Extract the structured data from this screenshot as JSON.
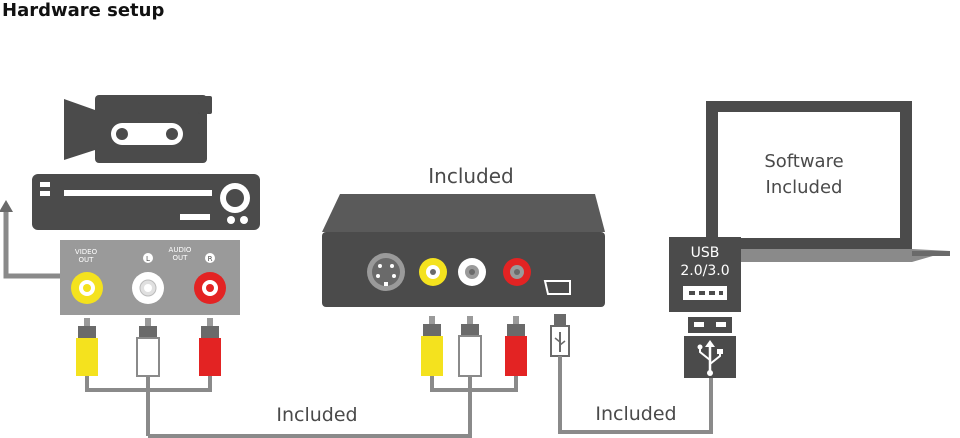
{
  "title": "Hardware setup",
  "labels": {
    "device_included": "Included",
    "software_line1": "Software",
    "software_line2": "Included",
    "usb_line1": "USB",
    "usb_line2": "2.0/3.0",
    "rca_cable_included": "Included",
    "usb_cable_included": "Included"
  },
  "panel_labels": {
    "video_line1": "VIDEO",
    "video_line2": "OUT",
    "left": "L",
    "audio_line1": "AUDIO",
    "audio_line2": "OUT",
    "right": "R"
  },
  "colors": {
    "device_gray": "#4b4b4b",
    "panel_gray": "#9a9a9a",
    "yellow": "#f4e21e",
    "white": "#ffffff",
    "red": "#e32323",
    "wire": "#8a8a8a"
  }
}
